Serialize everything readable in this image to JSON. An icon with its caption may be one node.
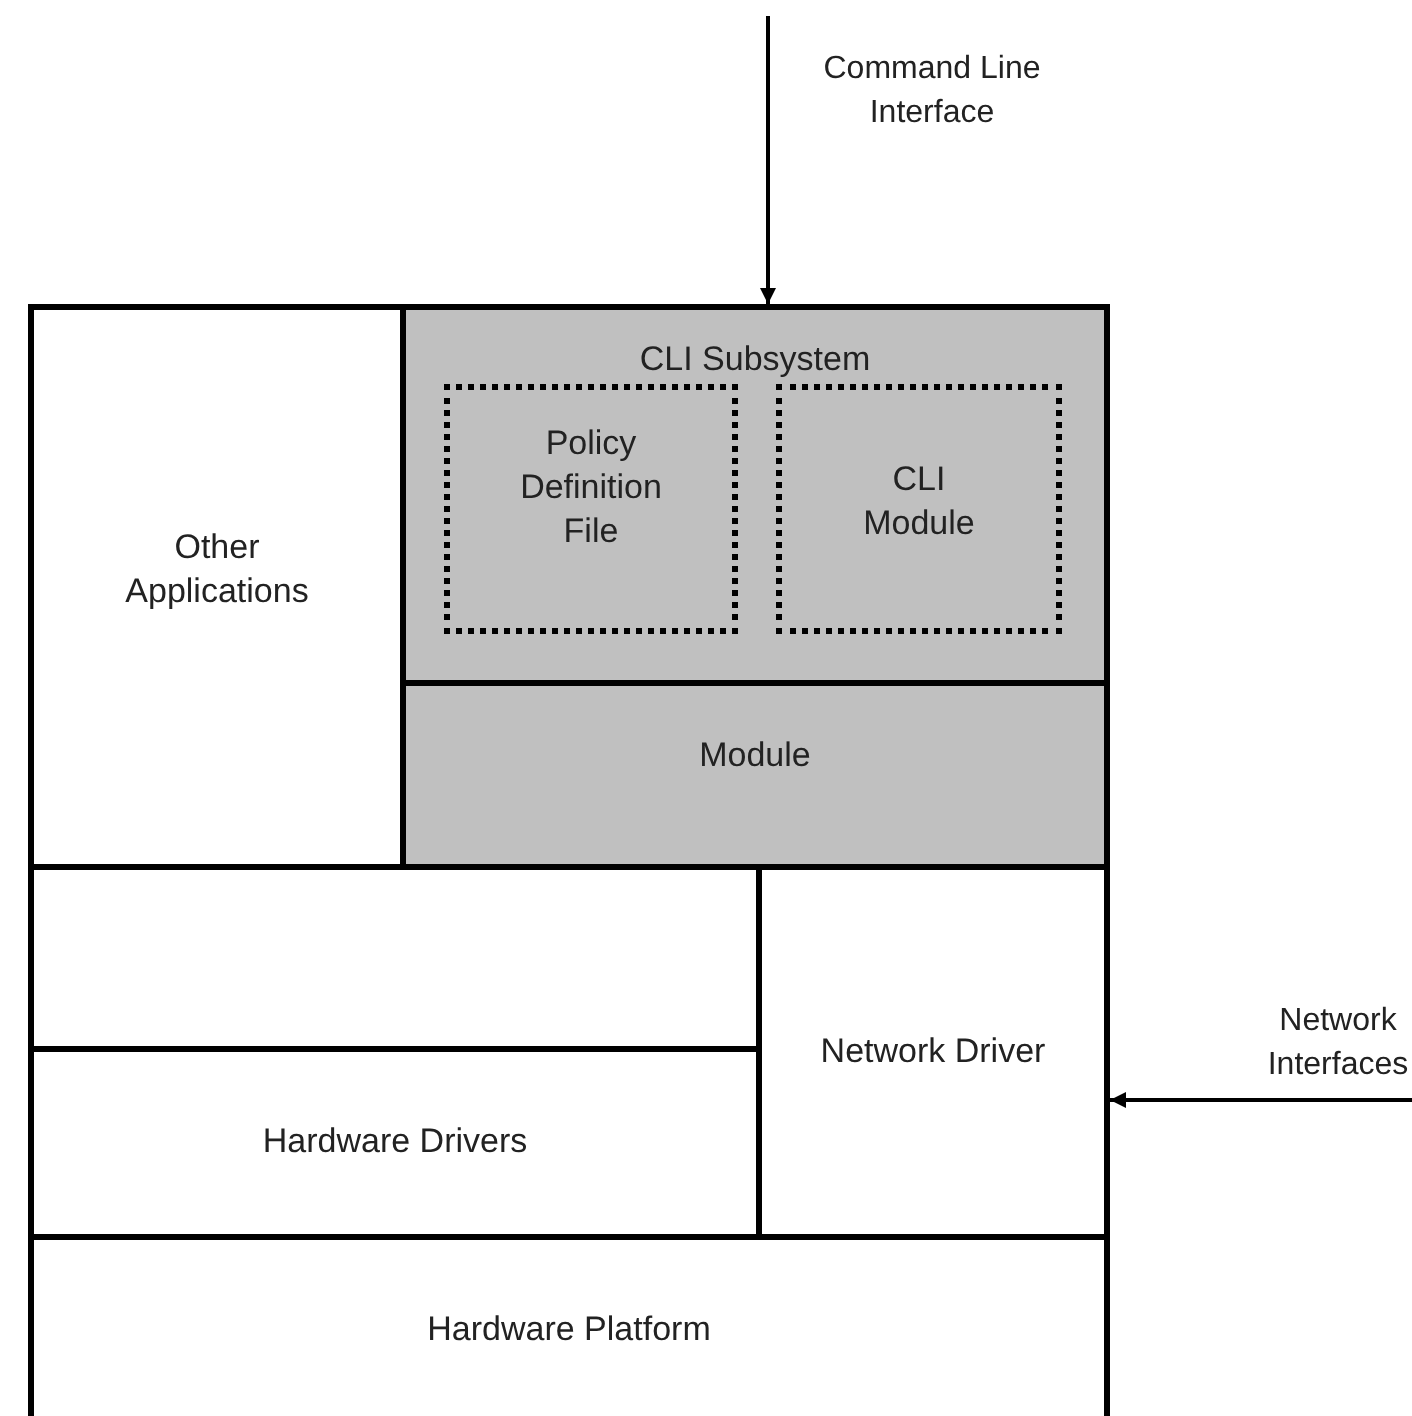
{
  "diagram": {
    "nodes": [
      {
        "text": [
          "Other Applications"
        ]
      },
      {
        "text": [
          "CLI Subsystem"
        ]
      },
      {
        "text": [
          "Policy Definition File"
        ],
        "in": 1
      },
      {
        "text": [
          "CLI Module"
        ],
        "in": 1
      },
      {
        "text": [
          "Module"
        ]
      },
      {
        "text": [],
        "shape": "box"
      },
      {
        "text": [
          "Network Driver"
        ]
      },
      {
        "text": [
          "Hardware Drivers"
        ]
      },
      {
        "text": [
          "Hardware Platform"
        ]
      }
    ],
    "edges": [
      {
        "from": null,
        "to": 1,
        "arrow": "to",
        "label": "Command Line Interface"
      },
      {
        "from": null,
        "to": 6,
        "arrow": "to",
        "label": "Network Interfaces"
      }
    ]
  }
}
